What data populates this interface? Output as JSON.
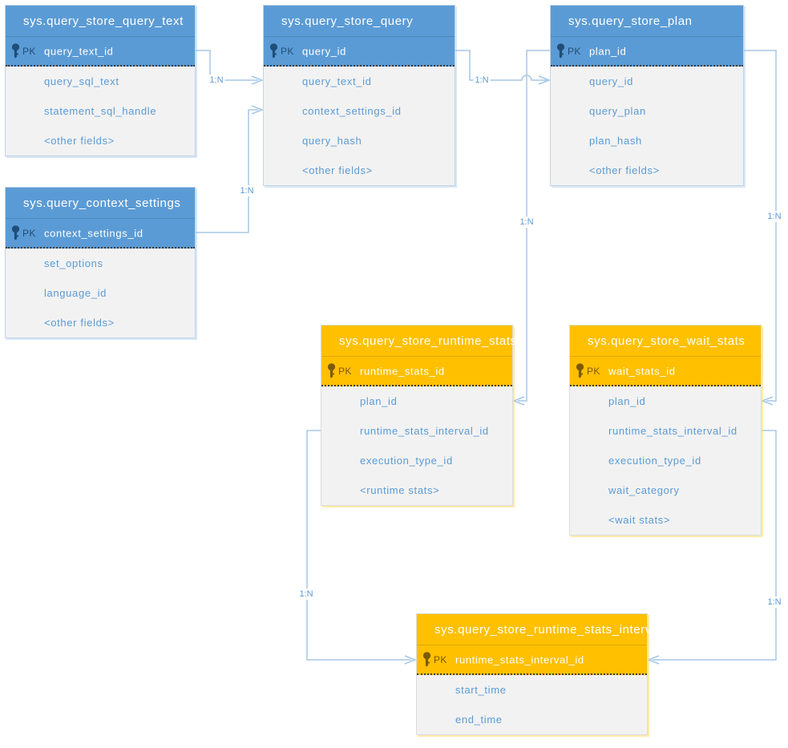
{
  "colors": {
    "blue_header": "#5b9bd5",
    "orange_header": "#ffc000",
    "body_background": "#f2f2f2",
    "field_text": "#5b9bd5",
    "connector_line": "#a6c7e7",
    "pk_accent_blue": "#1f4e79",
    "pk_accent_orange": "#7c5a00"
  },
  "entities": [
    {
      "title": "sys.query_store_query_text",
      "theme": "blue",
      "pk_label": "PK",
      "pk_field": "query_text_id",
      "fields": [
        "query_sql_text",
        "statement_sql_handle",
        "<other fields>"
      ]
    },
    {
      "title": "sys.query_store_query",
      "theme": "blue",
      "pk_label": "PK",
      "pk_field": "query_id",
      "fields": [
        "query_text_id",
        "context_settings_id",
        "query_hash",
        "<other fields>"
      ]
    },
    {
      "title": "sys.query_store_plan",
      "theme": "blue",
      "pk_label": "PK",
      "pk_field": "plan_id",
      "fields": [
        "query_id",
        "query_plan",
        "plan_hash",
        "<other fields>"
      ]
    },
    {
      "title": "sys.query_context_settings",
      "theme": "blue",
      "pk_label": "PK",
      "pk_field": "context_settings_id",
      "fields": [
        "set_options",
        "language_id",
        "<other fields>"
      ]
    },
    {
      "title": "sys.query_store_runtime_stats",
      "theme": "orange",
      "pk_label": "PK",
      "pk_field": "runtime_stats_id",
      "fields": [
        "plan_id",
        "runtime_stats_interval_id",
        "execution_type_id",
        "<runtime stats>"
      ]
    },
    {
      "title": "sys.query_store_wait_stats",
      "theme": "orange",
      "pk_label": "PK",
      "pk_field": "wait_stats_id",
      "fields": [
        "plan_id",
        "runtime_stats_interval_id",
        "execution_type_id",
        "wait_category",
        "<wait stats>"
      ]
    },
    {
      "title": "sys.query_store_runtime_stats_interval",
      "theme": "orange",
      "pk_label": "PK",
      "pk_field": "runtime_stats_interval_id",
      "fields": [
        "start_time",
        "end_time"
      ]
    }
  ],
  "relationships": [
    {
      "label": "1:N",
      "from": "sys.query_store_query_text.query_text_id",
      "to": "sys.query_store_query.query_text_id"
    },
    {
      "label": "1:N",
      "from": "sys.query_context_settings.context_settings_id",
      "to": "sys.query_store_query.context_settings_id"
    },
    {
      "label": "1:N",
      "from": "sys.query_store_query.query_id",
      "to": "sys.query_store_plan.query_id"
    },
    {
      "label": "1:N",
      "from": "sys.query_store_plan.plan_id",
      "to": "sys.query_store_runtime_stats.plan_id"
    },
    {
      "label": "1:N",
      "from": "sys.query_store_plan.plan_id",
      "to": "sys.query_store_wait_stats.plan_id"
    },
    {
      "label": "1:N",
      "from": "sys.query_store_runtime_stats.runtime_stats_interval_id",
      "to": "sys.query_store_runtime_stats_interval.runtime_stats_interval_id"
    },
    {
      "label": "1:N",
      "from": "sys.query_store_wait_stats.runtime_stats_interval_id",
      "to": "sys.query_store_runtime_stats_interval.runtime_stats_interval_id"
    }
  ]
}
